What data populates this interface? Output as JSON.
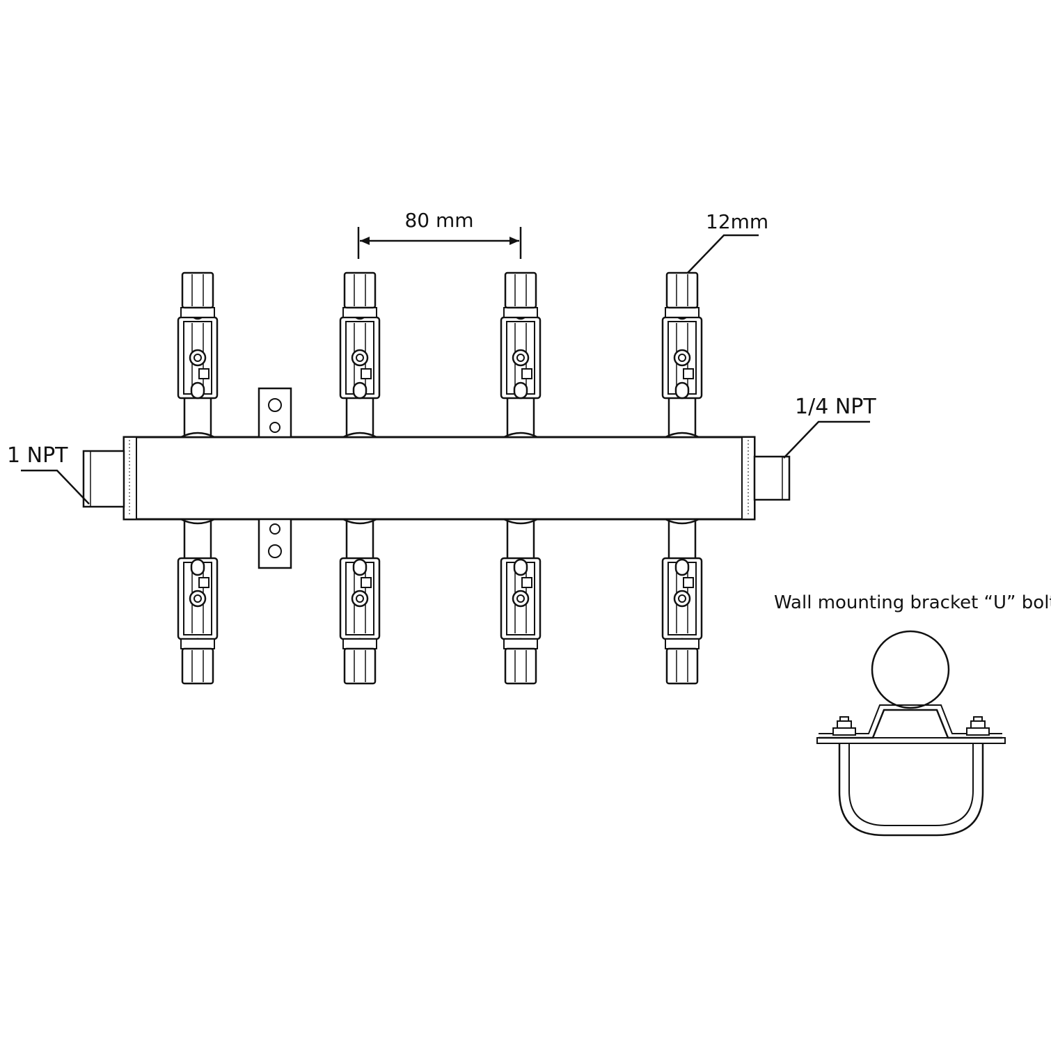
{
  "labels": {
    "spacing": "80 mm",
    "outlet_size": "12mm",
    "inlet": "1 NPT",
    "outlet_end": "1/4 NPT",
    "bracket": "Wall mounting bracket “U” bolt"
  },
  "manifold": {
    "valves_top": 4,
    "valves_bottom": 4
  },
  "colors": {
    "line": "#111111",
    "background": "#ffffff"
  }
}
